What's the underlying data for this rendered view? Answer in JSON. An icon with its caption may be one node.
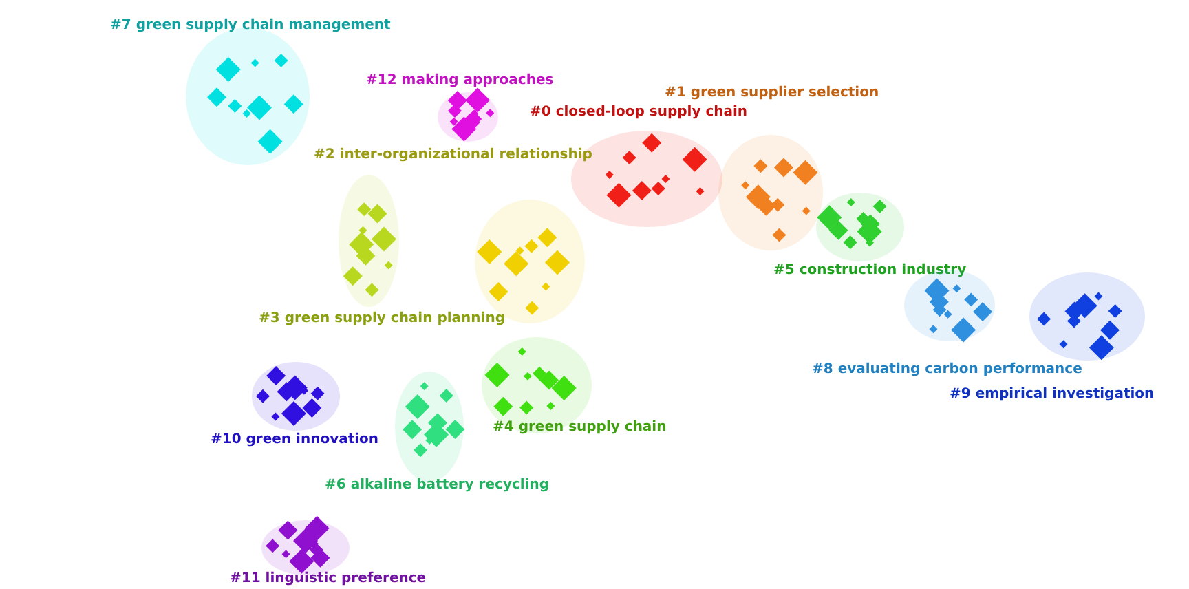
{
  "diagram": {
    "nodes": [
      {
        "text": [
          "#0 closed-loop supply chain"
        ]
      },
      {
        "text": [
          "#1 green supplier selection"
        ]
      },
      {
        "text": [
          "#2 inter-organizational relationship"
        ]
      },
      {
        "text": [
          "#3 green supply chain planning"
        ]
      },
      {
        "text": [
          "#4 green supply chain"
        ]
      },
      {
        "text": [
          "#5 construction industry"
        ]
      },
      {
        "text": [
          "#6 alkaline battery recycling"
        ]
      },
      {
        "text": [
          "#7 green supply chain management"
        ]
      },
      {
        "text": [
          "#8 evaluating carbon performance"
        ]
      },
      {
        "text": [
          "#9 empirical investigation"
        ]
      },
      {
        "text": [
          "#10 green innovation"
        ]
      },
      {
        "text": [
          "#11 linguistic preference"
        ]
      },
      {
        "text": [
          "#12 making approaches"
        ]
      }
    ]
  }
}
